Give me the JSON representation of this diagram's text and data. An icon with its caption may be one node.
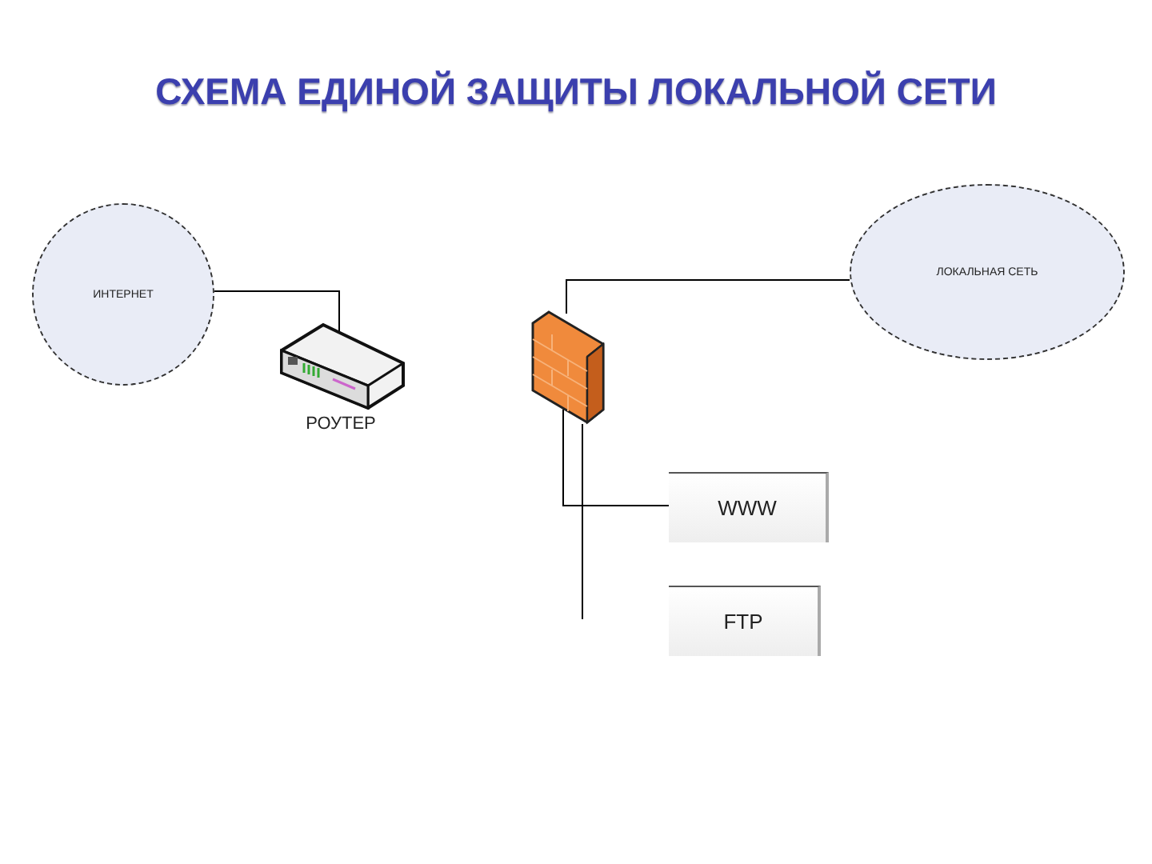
{
  "diagram": {
    "title": "СХЕМА ЕДИНОЙ ЗАЩИТЫ ЛОКАЛЬНОЙ СЕТИ",
    "nodes": [
      {
        "text": [
          "ИНТЕРНЕТ"
        ]
      },
      {
        "text": [
          "РОУТЕР"
        ]
      },
      {
        "text": [],
        "shape": "picture"
      },
      {
        "text": [
          "ЛОКАЛЬНАЯ СЕТЬ"
        ]
      },
      {
        "text": [
          "WWW"
        ]
      },
      {
        "text": [
          "FTP"
        ]
      }
    ],
    "edges": [
      {
        "from": 0,
        "to": 1,
        "arrow": "none"
      },
      {
        "from": 2,
        "to": 3,
        "arrow": "none"
      },
      {
        "from": 2,
        "to": 4,
        "arrow": "none"
      },
      {
        "from": 2,
        "to": null,
        "arrow": "none"
      }
    ]
  }
}
